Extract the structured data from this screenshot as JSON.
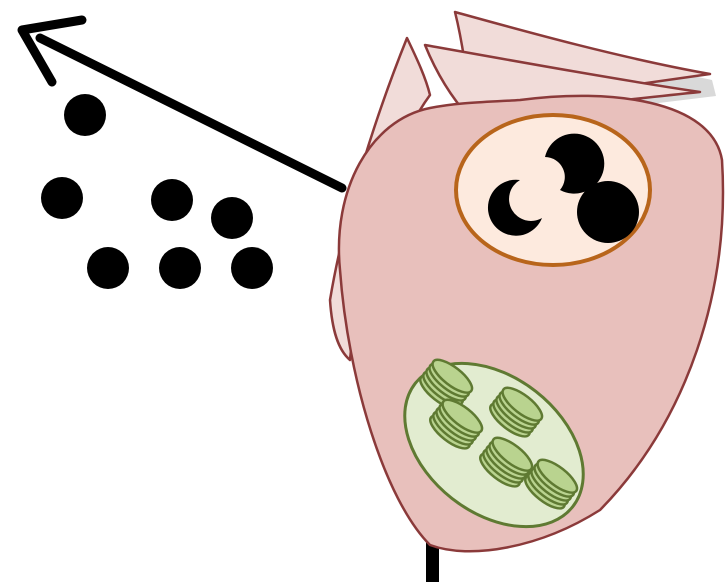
{
  "colors": {
    "background": "#ffffff",
    "arrow": "#000000",
    "particle": "#000000",
    "cell_fill": "#e8c0bc",
    "cell_outline": "#8b3a3a",
    "back_flap_fill": "#f1dcd9",
    "flap_outline": "#8b3a3a",
    "flap_shadow": "#d9d9d9",
    "vacuole_fill": "#fdeade",
    "vacuole_outline": "#b8651b",
    "chloroplast_fill": "#e2ecd0",
    "chloroplast_outline": "#5f7a32",
    "granum_fill": "#b9d38f",
    "granum_outline": "#5f7a32",
    "stalk": "#000000"
  },
  "icons": {
    "arrow": "arrow-up-left-icon",
    "particle": "filled-circle-icon"
  },
  "counts": {
    "released_particles": 7,
    "vacuole_particles": 3,
    "grana_stacks": 5
  }
}
